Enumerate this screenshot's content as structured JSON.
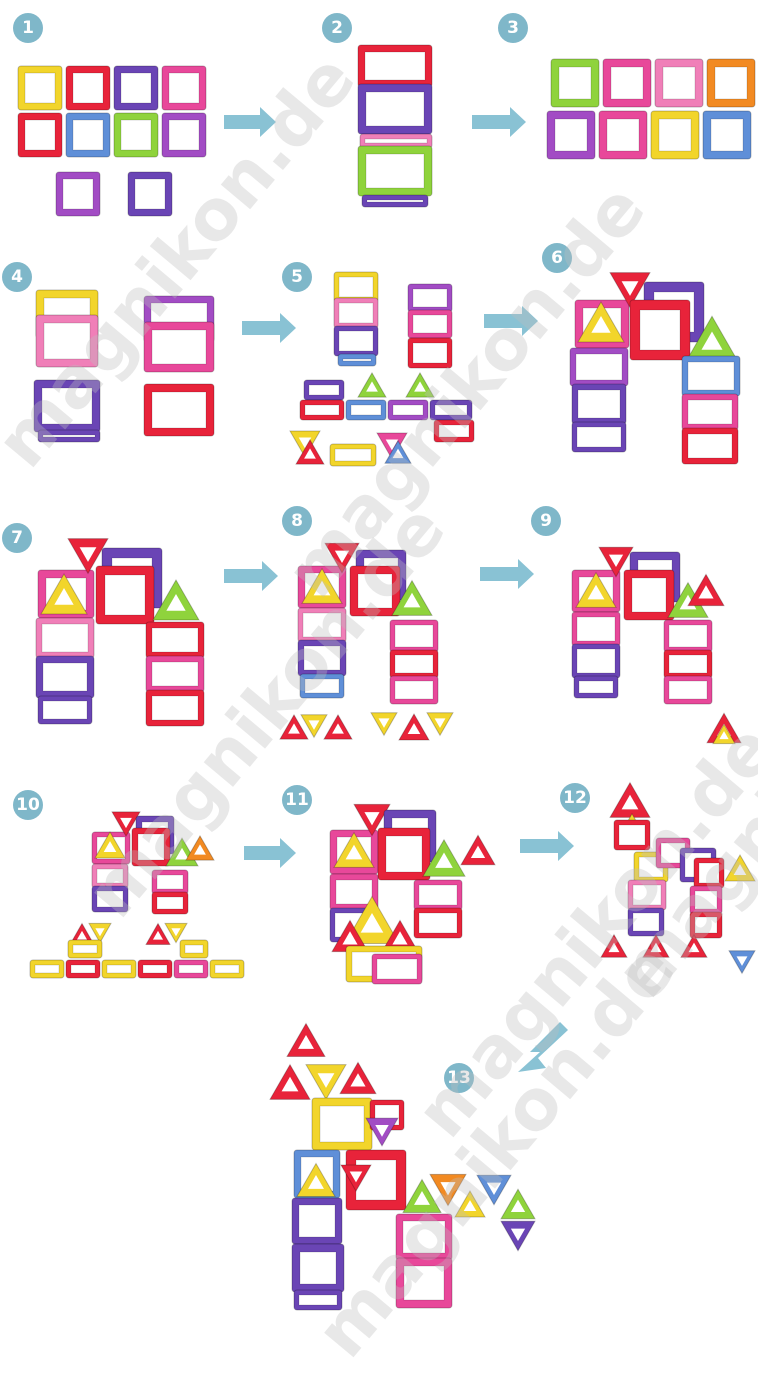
{
  "steps": [
    {
      "label": "1"
    },
    {
      "label": "2"
    },
    {
      "label": "3"
    },
    {
      "label": "4"
    },
    {
      "label": "5"
    },
    {
      "label": "6"
    },
    {
      "label": "7"
    },
    {
      "label": "8"
    },
    {
      "label": "9"
    },
    {
      "label": "10"
    },
    {
      "label": "11"
    },
    {
      "label": "12"
    },
    {
      "label": "13"
    }
  ],
  "watermarks": [
    "magnikon.de",
    "magnikon.de",
    "magnikon.de",
    "magnikon.de",
    "magnikon.de",
    "magnikon.de"
  ],
  "colors": {
    "badge": "#7fb7c9",
    "arrow": "#89c2d4",
    "red": "#e8233a",
    "pink": "#e8489a",
    "purple": "#6a45b5",
    "violet": "#a24cc4",
    "blue": "#5f8fd8",
    "green": "#8fd33c",
    "yellow": "#f2d52b",
    "orange": "#f28a22",
    "lightpink": "#f07fb8"
  }
}
